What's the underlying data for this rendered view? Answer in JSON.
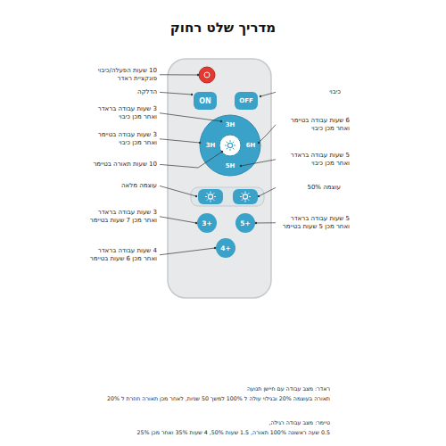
{
  "diagram": {
    "title": "מדריך שלט רחוק",
    "nodes": [
      {
        "text": [
          "ON"
        ]
      },
      {
        "text": [
          "OFF"
        ]
      },
      {
        "text": [
          "3H"
        ]
      },
      {
        "text": [
          "3H"
        ]
      },
      {
        "text": [
          "6H"
        ]
      },
      {
        "text": [
          "5H"
        ]
      },
      {
        "text": [
          "3+"
        ]
      },
      {
        "text": [
          "5+"
        ]
      },
      {
        "text": [
          "4+"
        ]
      }
    ],
    "labels": [
      "10 שעות הפעלה/כיבוי פונקציית ראדר",
      "הדלקה",
      "כיבוי",
      "3 שעות עבודה בראדר ואחר מכן כיבוי",
      "6 שעות עבודה בטיימר ואחר מכן כיבוי",
      "3 שעות עבודה בטיימר ואחר מכן כיבוי",
      "5 שעות עבודה בראדר ואחר מכן כיבוי",
      "10 שעות תאורה בטיימר",
      "עוצמה מלאה",
      "עוצמה 50%",
      "3 שעות עבודה בראדר ואחר מכן 7 שעות בטיימר",
      "5 שעות עבודה בראדר ואחר מכן 5 שעות בטיימר",
      "4 שעות עבודה בראדר ואחר מכן 6 שעות בטיימר",
      "ראדר: מצב עבודה עם חיישן תנועה",
      "תאורה בעוצמה 20% ובגילוי עולה ל 100% למשך 50 שניות, לאחר מכן תאורה חוזרת ל 20%",
      "טיימר: מצב עבודה רגילה,",
      "0.5 שעה ראשונה 100% תאורה, 1.5 שעות 50%, 4 שעות 35% ואחר מכן 25%"
    ]
  }
}
